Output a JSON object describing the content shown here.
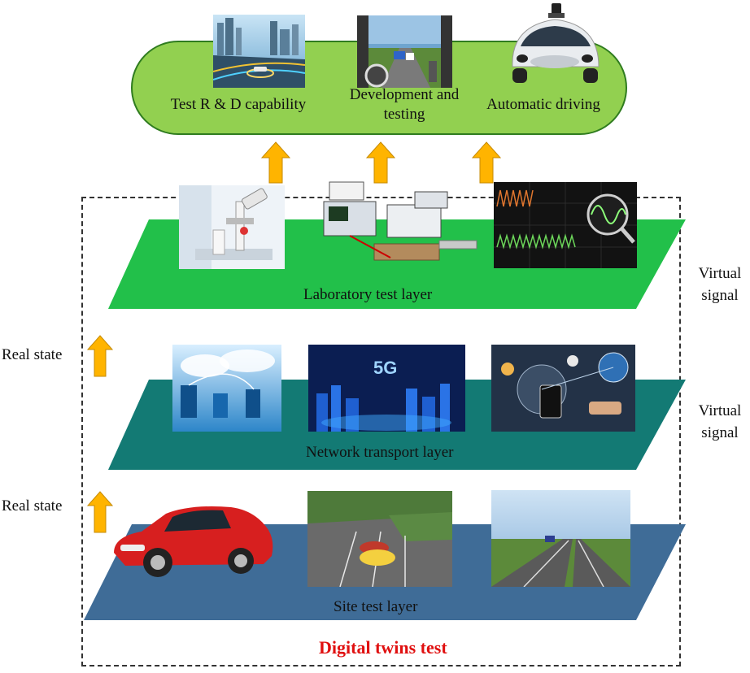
{
  "top_capsule": {
    "items": [
      {
        "label": "Test R & D capability"
      },
      {
        "label": "Development and testing"
      },
      {
        "label": "Automatic driving"
      }
    ]
  },
  "layers": {
    "laboratory": {
      "label": "Laboratory test layer",
      "color": "#22c04a"
    },
    "network": {
      "label": "Network transport layer",
      "color": "#137a74"
    },
    "site": {
      "label": "Site test layer",
      "color": "#3f6c97"
    }
  },
  "side_labels": {
    "virtual_signal_1": "Virtual signal",
    "virtual_signal_2": "Virtual signal",
    "real_state_1": "Real state",
    "real_state_2": "Real state"
  },
  "footer": {
    "title": "Digital twins test",
    "title_color": "#e01010"
  },
  "colors": {
    "arrow": "#ffb400",
    "capsule": "#92d050"
  }
}
